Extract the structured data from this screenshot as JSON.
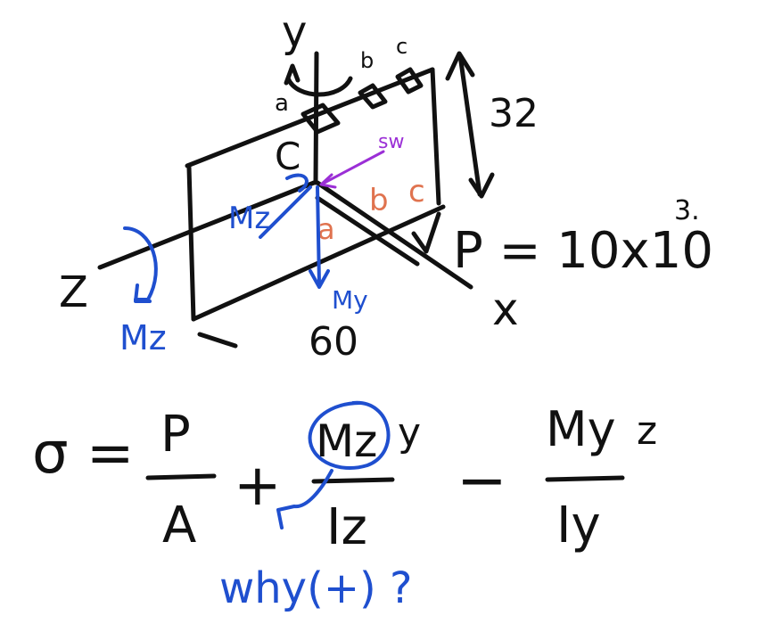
{
  "labels": {
    "y_axis": "y",
    "x_axis": "x",
    "z_axis": "Z",
    "point_a": "a",
    "point_b": "b",
    "point_c": "c",
    "edge_c": "C",
    "region_a": "a",
    "region_b": "b",
    "region_c": "c",
    "height_dim": "32",
    "width_dim": "60",
    "load_label": "P = 10x10",
    "load_exp": "3.",
    "sw_label": "sw",
    "mz_face": "Mz",
    "my_face": "My",
    "mz_side": "Mz"
  },
  "equation": {
    "sigma": "σ =",
    "p": "P",
    "a": "A",
    "plus": "+",
    "mz": "Mz",
    "y": "y",
    "iz": "Iz",
    "minus": "−",
    "my": "My",
    "z": "z",
    "iy": "Iy"
  },
  "note": "why(+) ?",
  "colors": {
    "ink": "#111111",
    "blue": "#1f4fcf",
    "orange": "#e0734f",
    "purple": "#9b2fd6"
  }
}
